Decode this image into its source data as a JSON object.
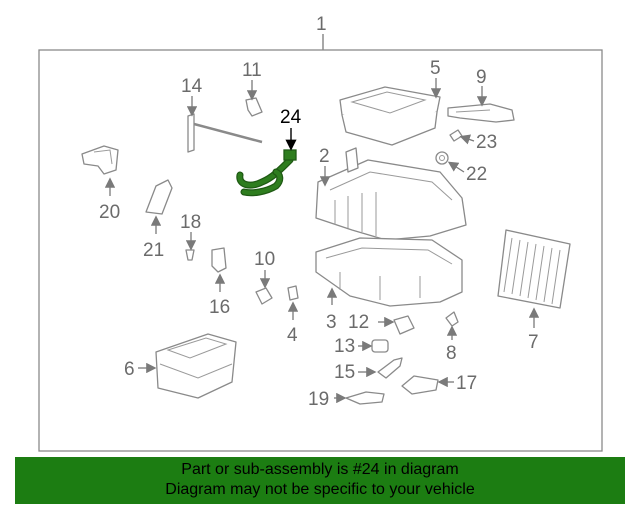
{
  "diagram": {
    "assembly_label": "1",
    "highlight_color": "#2e7d1e",
    "callouts": [
      "2",
      "3",
      "4",
      "5",
      "6",
      "7",
      "8",
      "9",
      "10",
      "11",
      "12",
      "13",
      "14",
      "15",
      "16",
      "17",
      "18",
      "19",
      "20",
      "21",
      "22",
      "23",
      "24"
    ],
    "highlighted_part": "24"
  },
  "banner": {
    "line1": "Part or sub-assembly is #24 in diagram",
    "line2": "Diagram may not be specific to your vehicle",
    "background": "#1c7d12"
  }
}
